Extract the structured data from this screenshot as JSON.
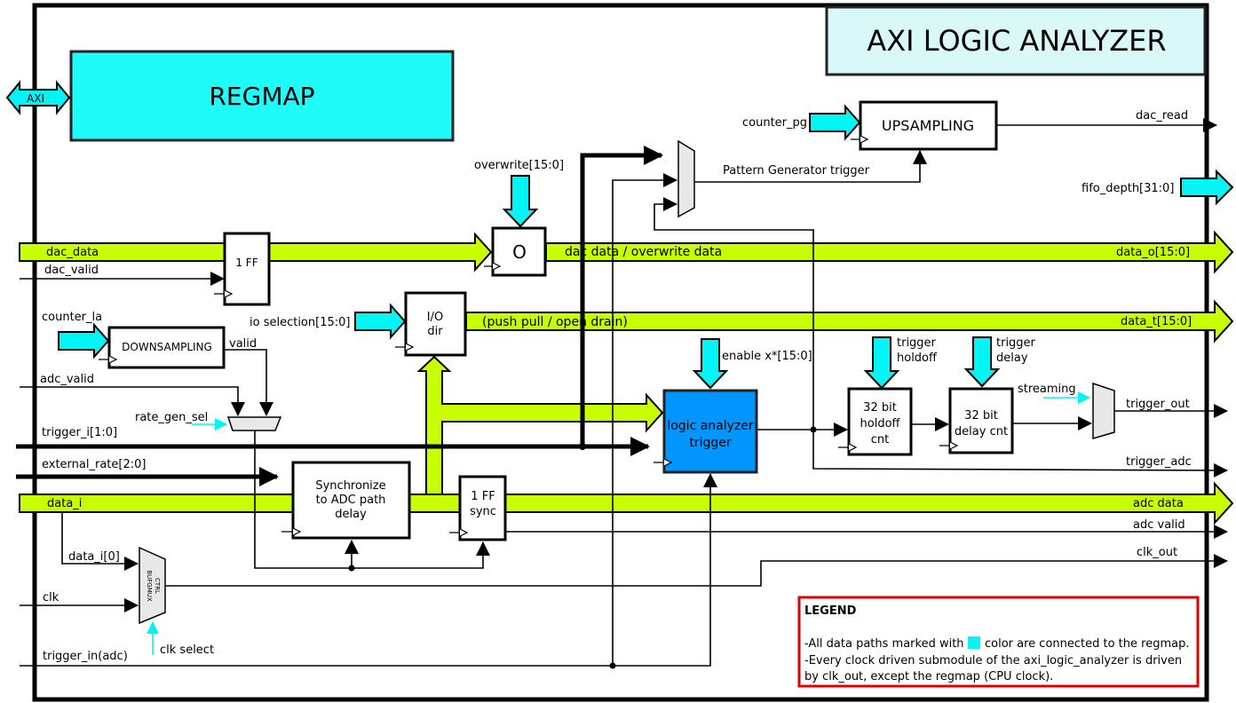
{
  "title": "AXI LOGIC ANALYZER",
  "colors": {
    "regmap": "#1ffbf8",
    "data_path": "#c8ff00",
    "trigger_block": "#0095ff",
    "title_bg": "#d9f8f8",
    "legend_border": "#e00000"
  },
  "blocks": {
    "regmap": "REGMAP",
    "axi": "AXI",
    "upsampling": "UPSAMPLING",
    "ff1": "1 FF",
    "overwrite_mux": "O",
    "io_dir": [
      "I/O",
      "dir"
    ],
    "downsampling": "DOWNSAMPLING",
    "la_trigger": [
      "logic analyzer",
      "trigger"
    ],
    "holdoff": [
      "32 bit",
      "holdoff",
      "cnt"
    ],
    "delay": [
      "32 bit",
      "delay cnt"
    ],
    "sync": [
      "Synchronize",
      "to ADC path",
      "delay"
    ],
    "ff_sync": [
      "1 FF",
      "sync"
    ],
    "bufgmux": [
      "BUFGMUX",
      "CTRL"
    ]
  },
  "signals": {
    "counter_pg": "counter_pg",
    "dac_read": "dac_read",
    "pattern_trigger": "Pattern Generator trigger",
    "fifo_depth": "fifo_depth[31:0]",
    "overwrite": "overwrite[15:0]",
    "dac_data": "dac_data",
    "dac_valid": "dac_valid",
    "dac_overwrite": "dac data / overwrite data",
    "data_o": "data_o[15:0]",
    "counter_la": "counter_la",
    "io_selection": "io selection[15:0]",
    "push_pull": "(push pull / open drain)",
    "data_t": "data_t[15:0]",
    "valid": "valid",
    "adc_valid": "adc_valid",
    "enable": "enable x*[15:0]",
    "trigger_holdoff": [
      "trigger",
      "holdoff"
    ],
    "trigger_delay": [
      "trigger",
      "delay"
    ],
    "streaming": "streaming",
    "rate_gen_sel": "rate_gen_sel",
    "trigger_i": "trigger_i[1:0]",
    "trigger_out": "trigger_out",
    "external_rate": "external_rate[2:0]",
    "trigger_adc": "trigger_adc",
    "data_i": "data_i",
    "adc_data": "adc data",
    "adc_valid_out": "adc valid",
    "data_i0": "data_i[0]",
    "clk_out": "clk_out",
    "clk": "clk",
    "clk_select": "clk select",
    "trigger_in_adc": "trigger_in(adc)"
  },
  "legend": {
    "title": "LEGEND",
    "line1a": "-All data paths marked with",
    "line1b": "color are connected to the regmap.",
    "line2": "-Every clock driven submodule of the axi_logic_analyzer is driven",
    "line3": "by clk_out, except the regmap (CPU clock)."
  }
}
